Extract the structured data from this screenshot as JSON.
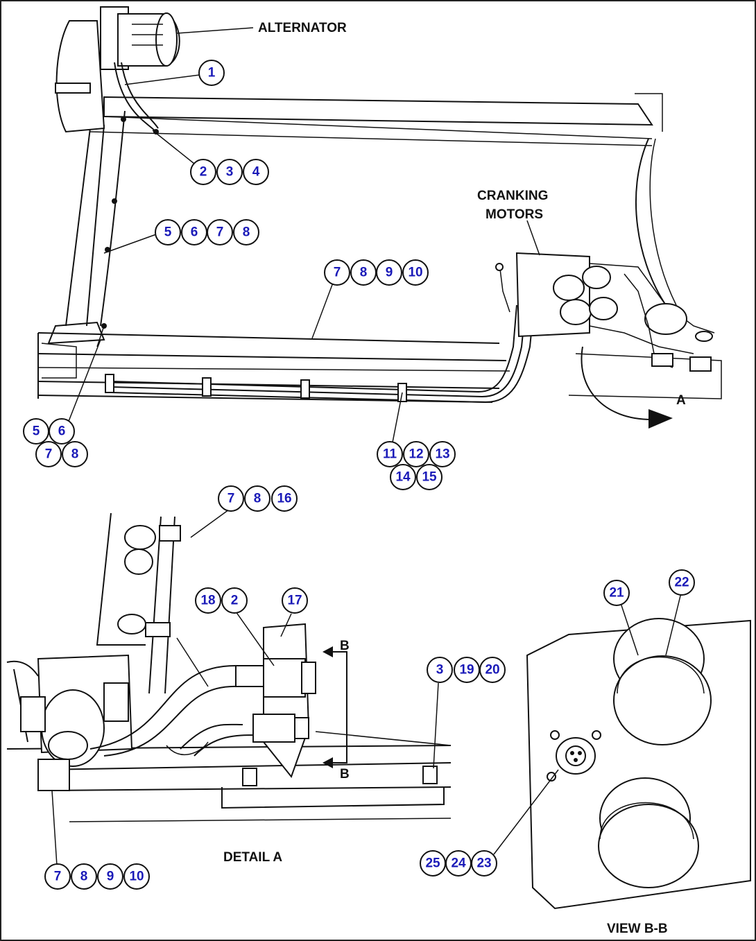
{
  "labels": {
    "alternator": "ALTERNATOR",
    "cranking_1": "CRANKING",
    "cranking_2": "MOTORS",
    "view_a": "A",
    "section_b_top": "B",
    "section_b_bottom": "B",
    "detail_a": "DETAIL A",
    "view_bb": "VIEW B-B"
  },
  "callouts": [
    {
      "id": "c1",
      "text": "1"
    },
    {
      "id": "c2",
      "text": "2"
    },
    {
      "id": "c3",
      "text": "3"
    },
    {
      "id": "c4",
      "text": "4"
    },
    {
      "id": "c5a",
      "text": "5"
    },
    {
      "id": "c6a",
      "text": "6"
    },
    {
      "id": "c7a",
      "text": "7"
    },
    {
      "id": "c8a",
      "text": "8"
    },
    {
      "id": "c7b",
      "text": "7"
    },
    {
      "id": "c8b",
      "text": "8"
    },
    {
      "id": "c9b",
      "text": "9"
    },
    {
      "id": "c10b",
      "text": "10"
    },
    {
      "id": "c5c",
      "text": "5"
    },
    {
      "id": "c6c",
      "text": "6"
    },
    {
      "id": "c7c",
      "text": "7"
    },
    {
      "id": "c8c",
      "text": "8"
    },
    {
      "id": "c11",
      "text": "11"
    },
    {
      "id": "c12",
      "text": "12"
    },
    {
      "id": "c13",
      "text": "13"
    },
    {
      "id": "c14",
      "text": "14"
    },
    {
      "id": "c15",
      "text": "15"
    },
    {
      "id": "c7d",
      "text": "7"
    },
    {
      "id": "c8d",
      "text": "8"
    },
    {
      "id": "c16",
      "text": "16"
    },
    {
      "id": "c18",
      "text": "18"
    },
    {
      "id": "c2e",
      "text": "2"
    },
    {
      "id": "c17",
      "text": "17"
    },
    {
      "id": "c3f",
      "text": "3"
    },
    {
      "id": "c19",
      "text": "19"
    },
    {
      "id": "c20",
      "text": "20"
    },
    {
      "id": "c21",
      "text": "21"
    },
    {
      "id": "c22",
      "text": "22"
    },
    {
      "id": "c25",
      "text": "25"
    },
    {
      "id": "c24",
      "text": "24"
    },
    {
      "id": "c23",
      "text": "23"
    },
    {
      "id": "c7g",
      "text": "7"
    },
    {
      "id": "c8g",
      "text": "8"
    },
    {
      "id": "c9g",
      "text": "9"
    },
    {
      "id": "c10g",
      "text": "10"
    }
  ]
}
